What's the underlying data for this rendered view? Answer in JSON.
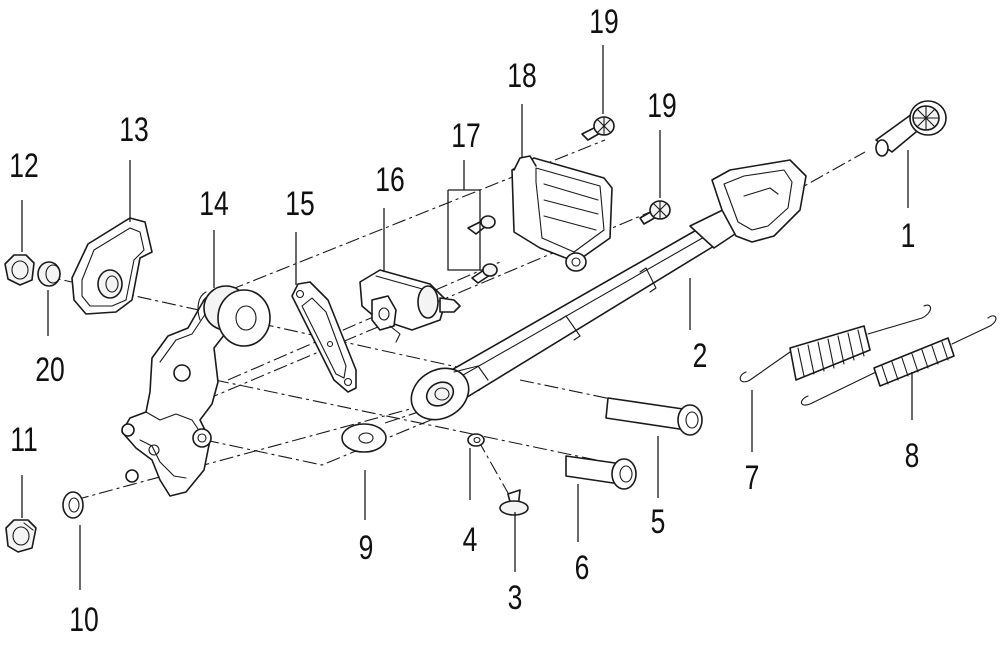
{
  "diagram": {
    "style": {
      "line_color": "#1a1a1a",
      "background": "#ffffff"
    },
    "callouts": [
      {
        "id": "c1",
        "label": "1"
      },
      {
        "id": "c2",
        "label": "2"
      },
      {
        "id": "c3",
        "label": "3"
      },
      {
        "id": "c4",
        "label": "4"
      },
      {
        "id": "c5",
        "label": "5"
      },
      {
        "id": "c6",
        "label": "6"
      },
      {
        "id": "c7",
        "label": "7"
      },
      {
        "id": "c8",
        "label": "8"
      },
      {
        "id": "c9",
        "label": "9"
      },
      {
        "id": "c10",
        "label": "10"
      },
      {
        "id": "c11",
        "label": "11"
      },
      {
        "id": "c12",
        "label": "12"
      },
      {
        "id": "c13",
        "label": "13"
      },
      {
        "id": "c14",
        "label": "14"
      },
      {
        "id": "c15",
        "label": "15"
      },
      {
        "id": "c16",
        "label": "16"
      },
      {
        "id": "c17",
        "label": "17"
      },
      {
        "id": "c18",
        "label": "18"
      },
      {
        "id": "c19a",
        "label": "19"
      },
      {
        "id": "c19b",
        "label": "19"
      },
      {
        "id": "c20",
        "label": "20"
      }
    ]
  }
}
